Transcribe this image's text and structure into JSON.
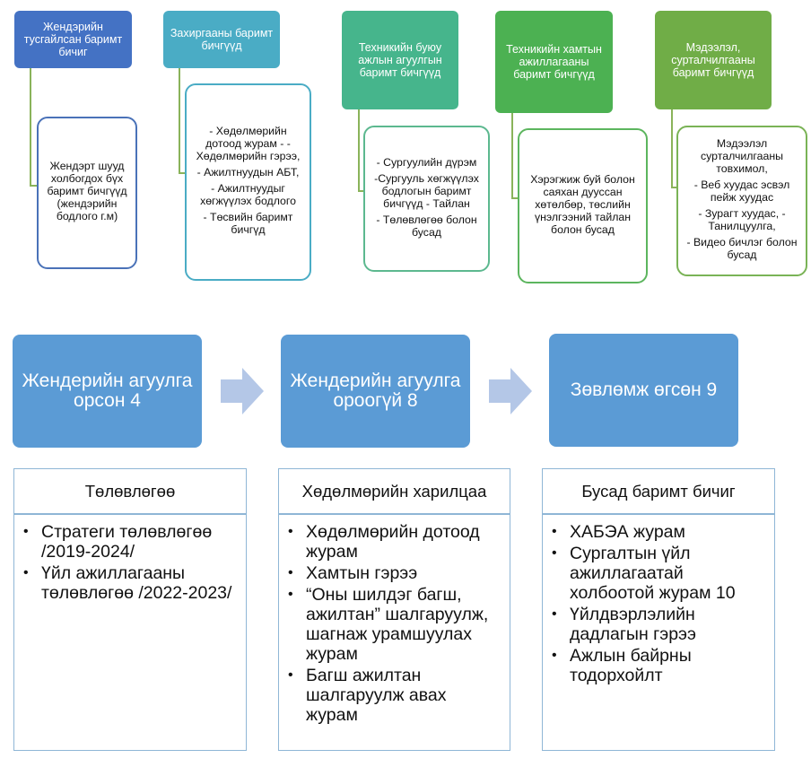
{
  "categories": [
    {
      "title": "Жендэрийн тусгайлсан баримт бичиг",
      "color": "#4472c4",
      "content": [
        "Жендэрт шууд холбогдох бүх баримт бичгүүд (жендэрийн бодлого г.м)"
      ]
    },
    {
      "title": "Захиргааны баримт бичгүүд",
      "color": "#4aacc5",
      "content": [
        "- Хөдөлмөрийн дотоод журам - - Хөдөлмөрийн гэрээ,",
        "- Ажилтнуудын АБТ,",
        "- Ажилтнуудыг хөгжүүлэх бодлого",
        "- Төсвийн баримт бичгүд"
      ]
    },
    {
      "title": "Техникийн буюу ажлын агуулгын баримт бичгүүд",
      "color": "#46b58c",
      "content": [
        "- Сургуулийн дүрэм",
        "-Сургууль хөгжүүлэх бодлогын баримт бичгүүд - Тайлан",
        "- Төлөвлөгөө болон бусад"
      ]
    },
    {
      "title": "Техникийн хамтын ажиллагааны баримт бичгүүд",
      "color": "#4cb152",
      "content": [
        "Хэрэгжиж буй болон саяхан дууссан хөтөлбөр, төслийн үнэлгээний тайлан болон бусад"
      ]
    },
    {
      "title": "Мэдээлэл, сурталчилгааны баримт бичгүүд",
      "color": "#70ad47",
      "content": [
        "Мэдээлэл сурталчилгааны товхимол,",
        "- Веб хуудас эсвэл пейж хуудас",
        "- Зурагт хуудас, - Танилцуулга,",
        "- Видео бичлэг болон бусад"
      ]
    }
  ],
  "process": [
    {
      "label": "Жендерийн агуулга орсон 4"
    },
    {
      "label": "Жендерийн агуулга ороогүй 8"
    },
    {
      "label": "Зөвлөмж өгсөн 9"
    }
  ],
  "panels": [
    {
      "title": "Төлөвлөгөө",
      "items": [
        "Стратеги төлөвлөгөө /2019-2024/",
        "Үйл ажиллагааны төлөвлөгөө /2022-2023/"
      ]
    },
    {
      "title": "Хөдөлмөрийн харилцаа",
      "items": [
        "Хөдөлмөрийн дотоод журам",
        "Хамтын гэрээ",
        "“Оны шилдэг багш, ажилтан” шалгаруулж, шагнаж урамшуулах журам",
        "Багш ажилтан шалгаруулж авах журам"
      ]
    },
    {
      "title": "Бусад баримт бичиг",
      "items": [
        "ХАБЭА журам",
        "Сургалтын үйл ажиллагаатай холбоотой журам 10",
        "Үйлдвэрлэлийн дадлагын гэрээ",
        "Ажлын байрны тодорхойлт"
      ]
    }
  ],
  "colors": {
    "process_box": "#5b9bd5",
    "arrow": "#b4c7e7",
    "panel_border": "#8fb6d6",
    "connector": "#8ab35a"
  }
}
